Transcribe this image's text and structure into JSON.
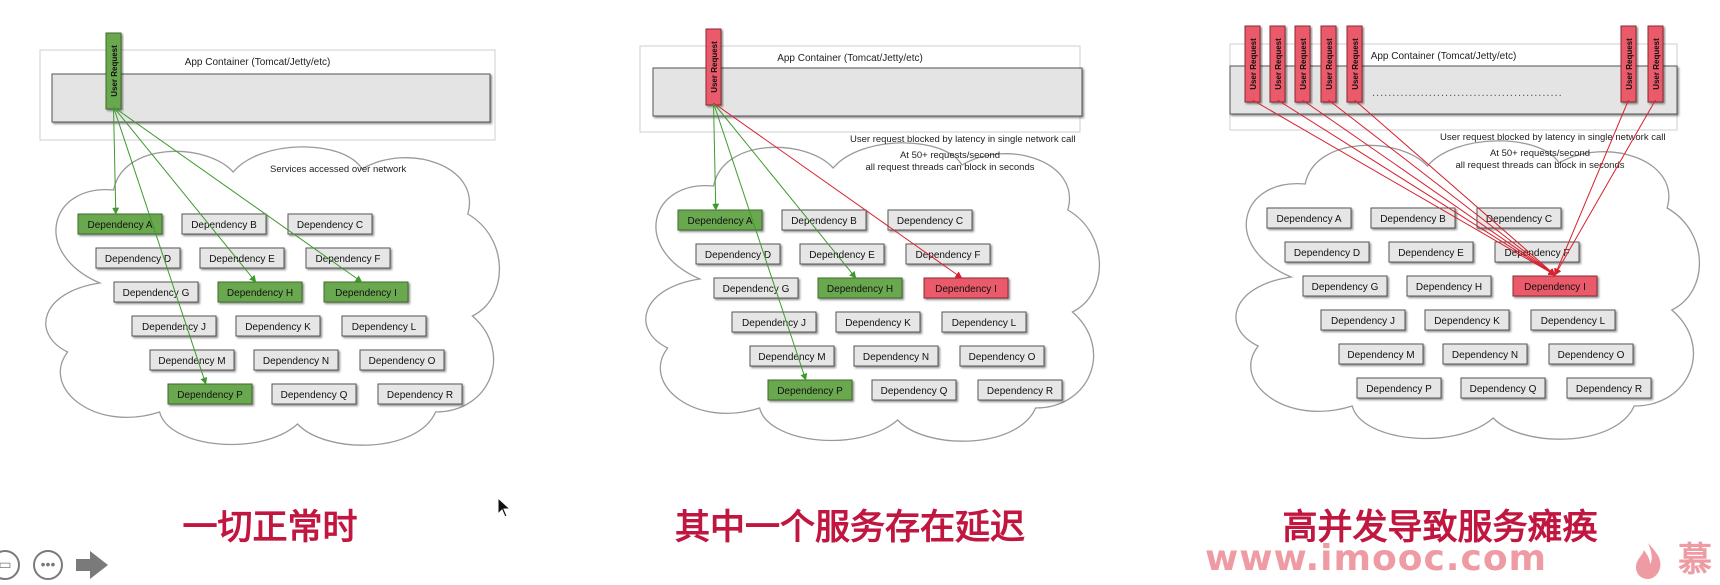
{
  "colors": {
    "healthy": "#6aa84f",
    "healthy_border": "#3f6b2a",
    "blocked": "#ea5a6a",
    "blocked_border": "#8a2a33",
    "normal": "#e6e6e6",
    "normal_border": "#555555",
    "caption": "#c0163f",
    "watermark": "#ef9ba3"
  },
  "container_label": "App Container (Tomcat/Jetty/etc)",
  "request_label": "User Request",
  "dependencies": [
    "Dependency A",
    "Dependency B",
    "Dependency C",
    "Dependency D",
    "Dependency E",
    "Dependency F",
    "Dependency G",
    "Dependency H",
    "Dependency I",
    "Dependency J",
    "Dependency K",
    "Dependency L",
    "Dependency M",
    "Dependency N",
    "Dependency O",
    "Dependency P",
    "Dependency Q",
    "Dependency R"
  ],
  "panels": [
    {
      "caption": "一切正常时",
      "note": "Services accessed over network",
      "healthy_deps": [
        "Dependency A",
        "Dependency H",
        "Dependency I",
        "Dependency P"
      ],
      "blocked_deps": [],
      "request_status": "healthy",
      "request_count": 1
    },
    {
      "caption": "其中一个服务存在延迟",
      "note_lines": [
        "User request blocked by latency in single network call",
        "At 50+ requests/second",
        "all request threads can block in seconds"
      ],
      "healthy_deps": [
        "Dependency A",
        "Dependency H",
        "Dependency P"
      ],
      "blocked_deps": [
        "Dependency I"
      ],
      "request_status": "blocked",
      "request_count": 1
    },
    {
      "caption": "高并发导致服务瘫痪",
      "note_lines": [
        "User request blocked by latency in single network call",
        "At 50+ requests/second",
        "all request threads can block in seconds"
      ],
      "healthy_deps": [],
      "blocked_deps": [
        "Dependency I"
      ],
      "request_status": "blocked",
      "request_count": 7,
      "ellipsis": "..............................................."
    }
  ],
  "watermark": "www.imooc.com",
  "logo_char": "慕",
  "toolbar": {
    "button2": "•••"
  }
}
